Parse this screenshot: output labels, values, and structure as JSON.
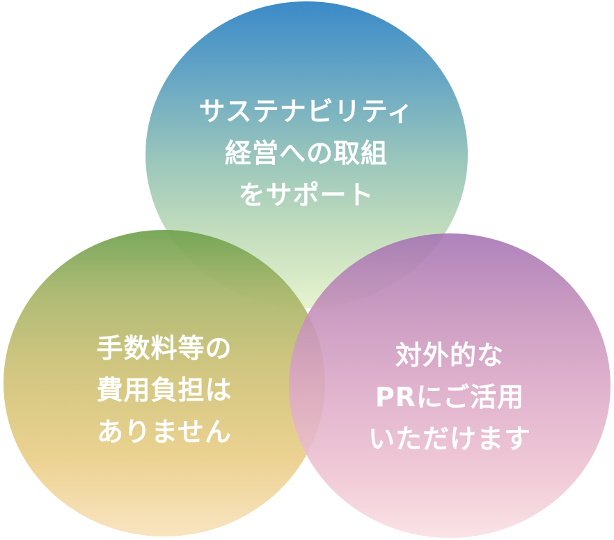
{
  "diagram": {
    "type": "venn-three-circles",
    "circles": [
      {
        "id": "top",
        "lines": [
          "サステナビリティ",
          "経営への取組",
          "をサポート"
        ],
        "gradient": [
          "#2a80c4",
          "#e4f2cb"
        ]
      },
      {
        "id": "left",
        "lines": [
          "手数料等の",
          "費用負担は",
          "ありません"
        ],
        "gradient": [
          "#6fa24f",
          "#f9e2bc"
        ]
      },
      {
        "id": "right",
        "lines": [
          "対外的な",
          "PRにご活用",
          "いただけます"
        ],
        "gradient": [
          "#a472b3",
          "#f9dfe2"
        ]
      }
    ]
  }
}
